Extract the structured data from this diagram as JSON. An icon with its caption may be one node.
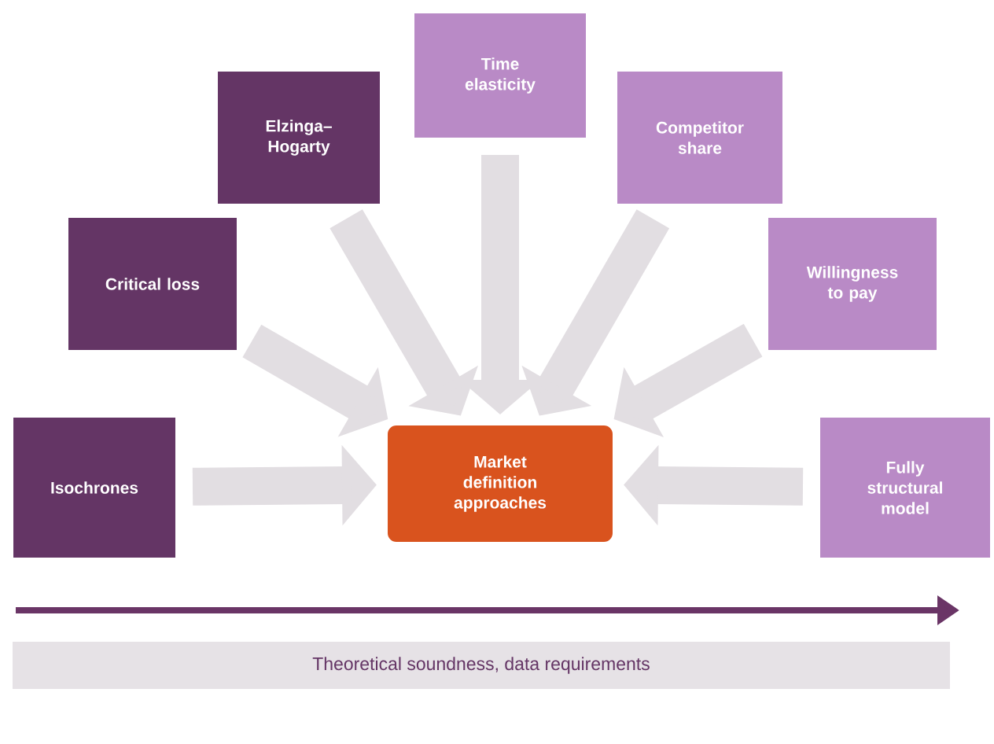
{
  "diagram": {
    "nodes": [
      {
        "text": [
          "Isochrones"
        ]
      },
      {
        "text": [
          "Critical loss"
        ]
      },
      {
        "text": [
          "Elzinga– Hogarty"
        ]
      },
      {
        "text": [
          "Time elasticity"
        ]
      },
      {
        "text": [
          "Competitor share"
        ]
      },
      {
        "text": [
          "Willingness to pay"
        ]
      },
      {
        "text": [
          "Fully structural model"
        ]
      },
      {
        "text": [
          "Market definition approaches"
        ]
      }
    ],
    "edges": [
      {
        "from": 0,
        "to": 7,
        "arrow": "to"
      },
      {
        "from": 1,
        "to": 7,
        "arrow": "to"
      },
      {
        "from": 2,
        "to": 7,
        "arrow": "to"
      },
      {
        "from": 3,
        "to": 7,
        "arrow": "to"
      },
      {
        "from": 4,
        "to": 7,
        "arrow": "to"
      },
      {
        "from": 5,
        "to": 7,
        "arrow": "to"
      },
      {
        "from": 6,
        "to": 7,
        "arrow": "to"
      }
    ],
    "labels": [
      "Theoretical soundness, data requirements"
    ]
  }
}
